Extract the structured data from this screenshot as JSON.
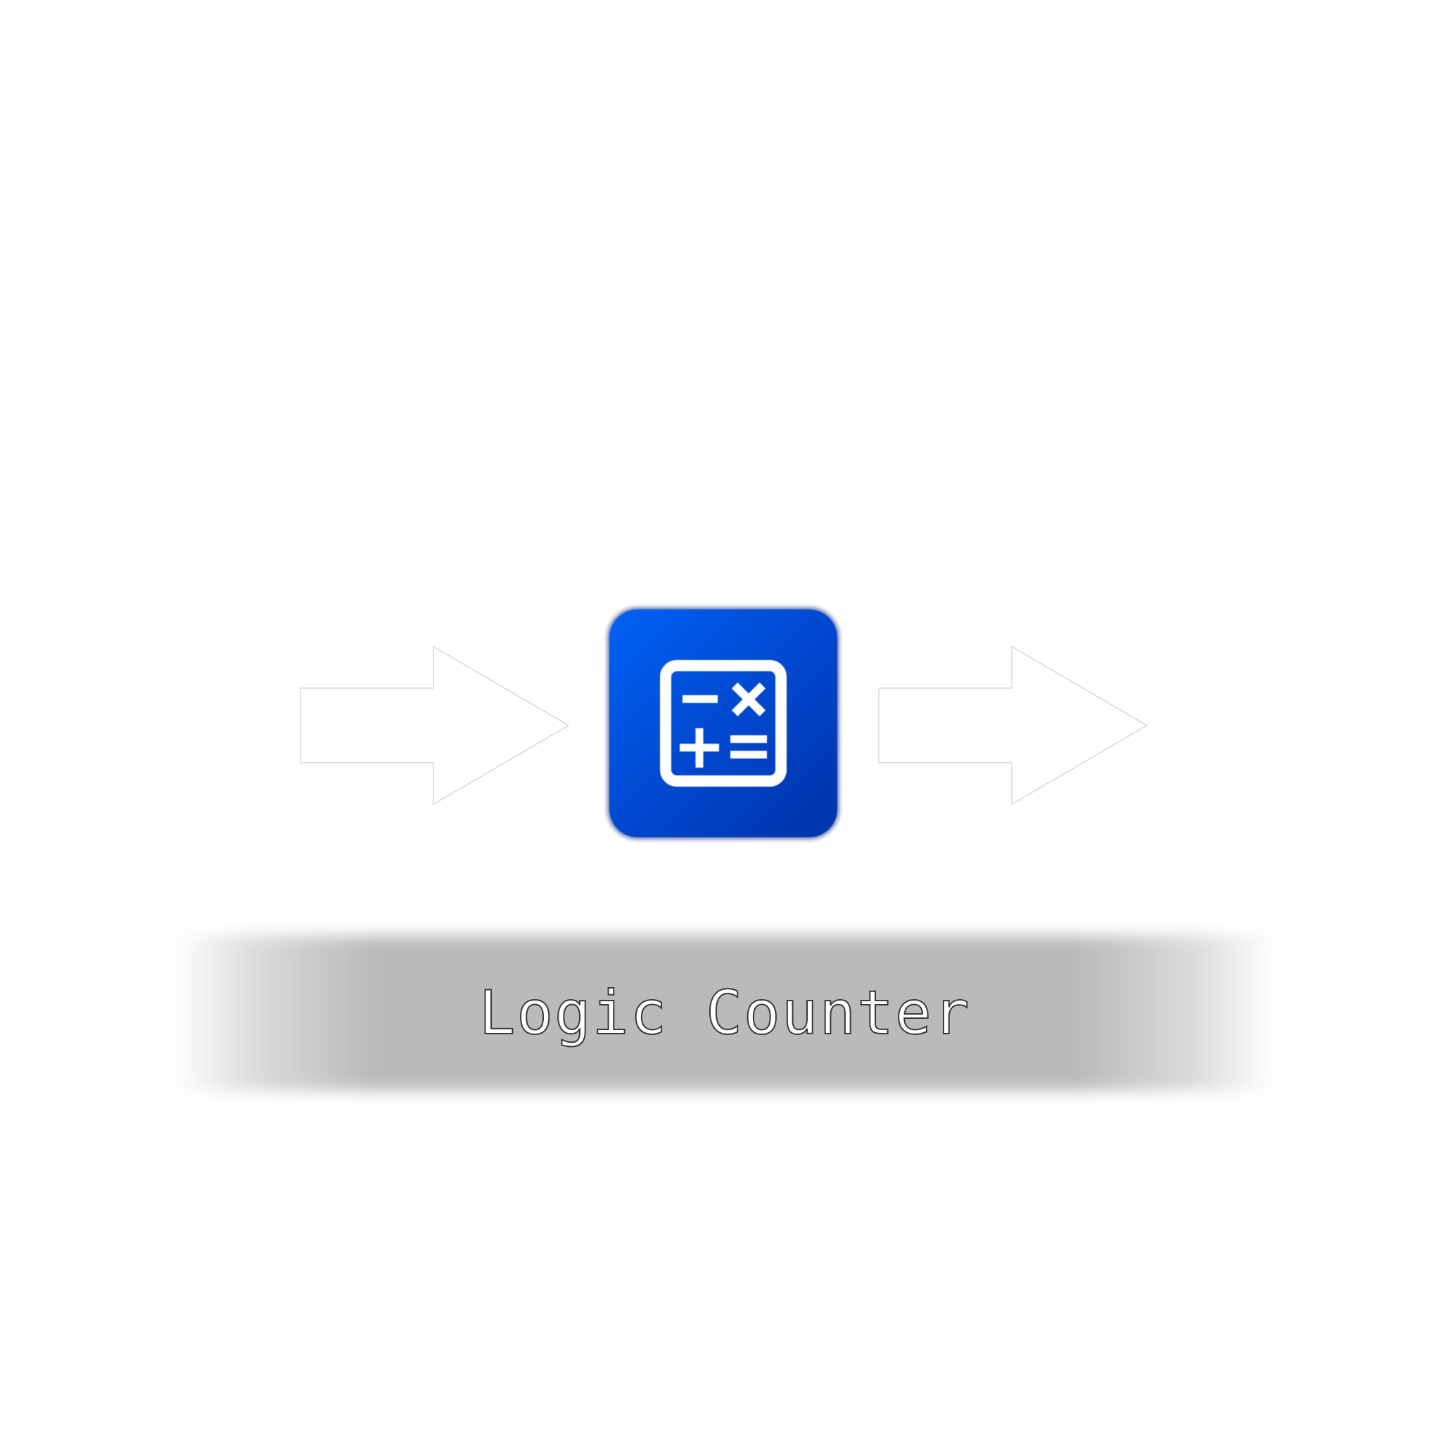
{
  "label": {
    "text": "Logic Counter"
  },
  "icons": {
    "left_arrow": "arrow-right-outline",
    "right_arrow": "arrow-right-outline",
    "app": "calculator-icon"
  },
  "colors": {
    "icon_blue": "#0050e0",
    "band_gray": "#bababa",
    "arrow_stroke": "#c8c8c8"
  }
}
